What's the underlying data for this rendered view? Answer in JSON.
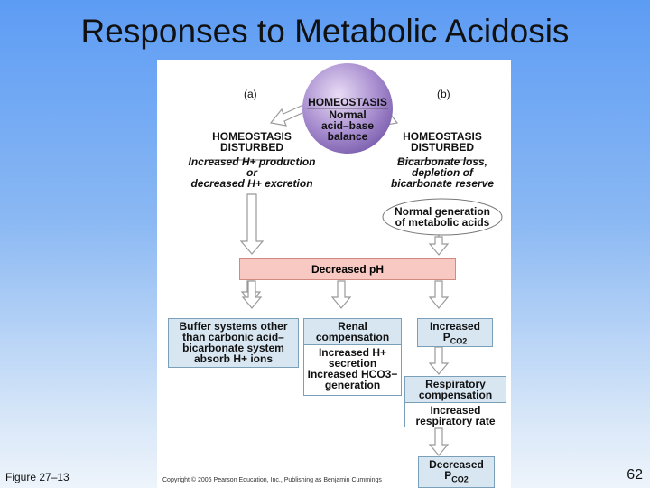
{
  "slide": {
    "title": "Responses to Metabolic Acidosis",
    "figure_label": "Figure 27–13",
    "page_number": "62"
  },
  "diagram": {
    "label_a": "(a)",
    "label_b": "(b)",
    "homeostasis": {
      "title": "HOMEOSTASIS",
      "l1": "Normal",
      "l2": "acid–base",
      "l3": "balance"
    },
    "left": {
      "h1": "HOMEOSTASIS",
      "h2": "DISTURBED",
      "c1": "Increased H+ production",
      "c2": "or",
      "c3": "decreased H+ excretion"
    },
    "right": {
      "h1": "HOMEOSTASIS",
      "h2": "DISTURBED",
      "c1": "Bicarbonate loss,",
      "c2": "depletion of",
      "c3": "bicarbonate reserve"
    },
    "ellipse": {
      "l1": "Normal generation",
      "l2": "of metabolic acids"
    },
    "ph": "Decreased pH",
    "buffer": {
      "l1": "Buffer systems other",
      "l2": "than carbonic acid–",
      "l3": "bicarbonate system",
      "l4": "absorb H+ ions"
    },
    "renal": {
      "h1": "Renal",
      "h2": "compensation",
      "b1": "Increased H+",
      "b2": "secretion",
      "b3": "Increased HCO3−",
      "b4": "generation"
    },
    "inc_pco2": {
      "l1": "Increased",
      "p": "P",
      "sub": "CO2"
    },
    "resp": {
      "h1": "Respiratory",
      "h2": "compensation",
      "b1": "Increased",
      "b2": "respiratory rate"
    },
    "dec_pco2": {
      "l1": "Decreased",
      "p": "P",
      "sub": "CO2"
    },
    "copyright": "Copyright © 2006 Pearson Education, Inc., Publishing as Benjamin Cummings"
  }
}
